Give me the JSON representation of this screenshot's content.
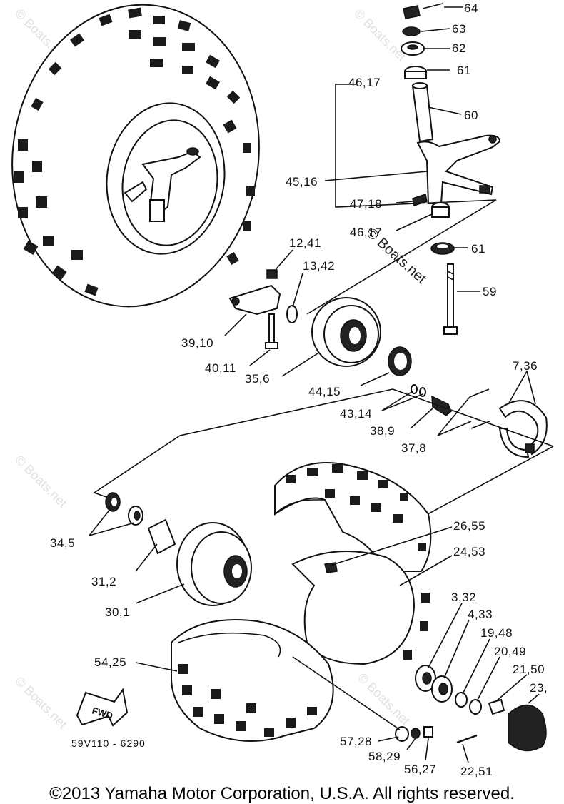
{
  "watermark": {
    "main": "© Boats.net",
    "faint": "© Boats.net"
  },
  "callouts": [
    {
      "id": "c64",
      "text": "64"
    },
    {
      "id": "c63",
      "text": "63"
    },
    {
      "id": "c62",
      "text": "62"
    },
    {
      "id": "c61a",
      "text": "61"
    },
    {
      "id": "c4617a",
      "text": "46,17"
    },
    {
      "id": "c60",
      "text": "60"
    },
    {
      "id": "c4516",
      "text": "45,16"
    },
    {
      "id": "c4718",
      "text": "47,18"
    },
    {
      "id": "c4617b",
      "text": "46,17"
    },
    {
      "id": "c61b",
      "text": "61"
    },
    {
      "id": "c1241",
      "text": "12,41"
    },
    {
      "id": "c1342",
      "text": "13,42"
    },
    {
      "id": "c59",
      "text": "59"
    },
    {
      "id": "c3910",
      "text": "39,10"
    },
    {
      "id": "c4011",
      "text": "40,11"
    },
    {
      "id": "c356",
      "text": "35,6"
    },
    {
      "id": "c4415",
      "text": "44,15"
    },
    {
      "id": "c736",
      "text": "7,36"
    },
    {
      "id": "c4314",
      "text": "43,14"
    },
    {
      "id": "c389",
      "text": "38,9"
    },
    {
      "id": "c378",
      "text": "37,8"
    },
    {
      "id": "c2655",
      "text": "26,55"
    },
    {
      "id": "c2453",
      "text": "24,53"
    },
    {
      "id": "c345",
      "text": "34,5"
    },
    {
      "id": "c312",
      "text": "31,2"
    },
    {
      "id": "c301",
      "text": "30,1"
    },
    {
      "id": "c332",
      "text": "3,32"
    },
    {
      "id": "c433",
      "text": "4,33"
    },
    {
      "id": "c1948",
      "text": "19,48"
    },
    {
      "id": "c2049",
      "text": "20,49"
    },
    {
      "id": "c5425",
      "text": "54,25"
    },
    {
      "id": "c2150",
      "text": "21,50"
    },
    {
      "id": "c23",
      "text": "23,"
    },
    {
      "id": "c5728",
      "text": "57,28"
    },
    {
      "id": "c5829",
      "text": "58,29"
    },
    {
      "id": "c5627",
      "text": "56,27"
    },
    {
      "id": "c2251",
      "text": "22,51"
    }
  ],
  "fwd_label": "FWD",
  "diagram_code": "59V110 - 6290",
  "copyright": "©2013 Yamaha Motor Corporation, U.S.A. All rights reserved."
}
